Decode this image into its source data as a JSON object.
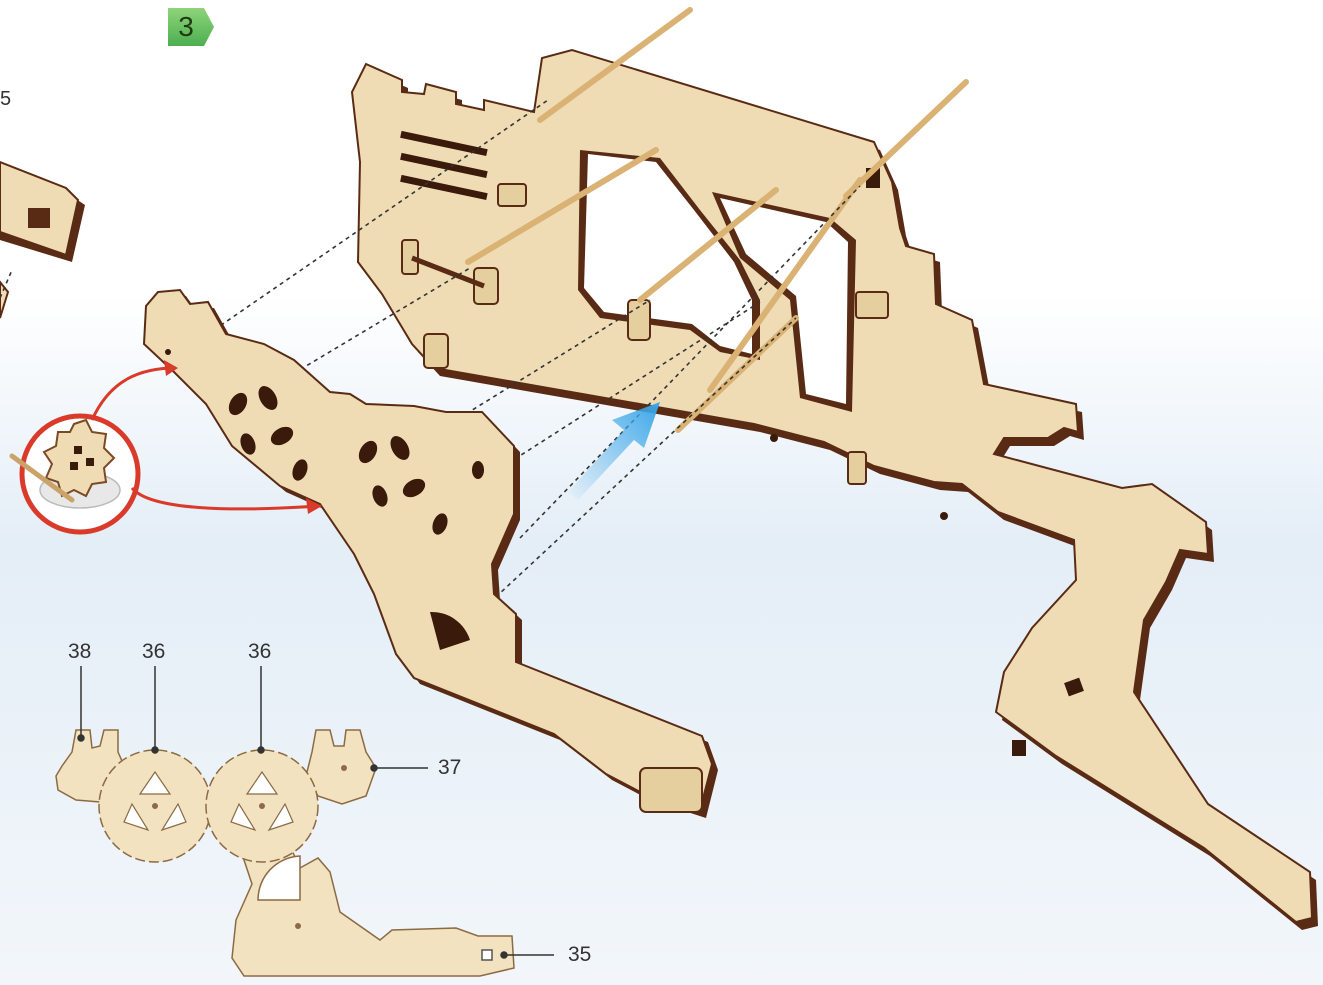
{
  "step": {
    "number": "3",
    "badge_color": "#4caf50"
  },
  "edge_label": "5",
  "part_labels": {
    "p38": "38",
    "p36_left": "36",
    "p36_right": "36",
    "p37": "37",
    "p35": "35"
  },
  "colors": {
    "wood": "#efdcb4",
    "wood_edge": "#5a2b14",
    "arrow": "#3aa6e8",
    "glue_ring": "#d93a2a"
  }
}
